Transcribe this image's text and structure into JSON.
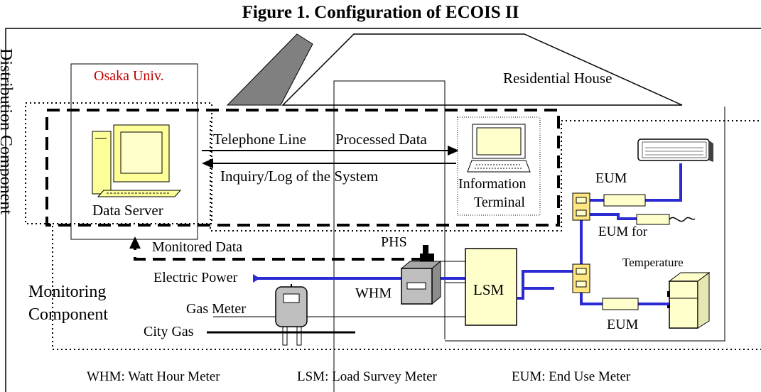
{
  "title": "Figure 1. Configuration of ECOIS II",
  "labels": {
    "distribution_component": "Distribution Component",
    "osaka_univ": "Osaka Univ.",
    "residential_house": "Residential House",
    "telephone_line": "Telephone Line",
    "processed_data": "Processed Data",
    "inquiry_log": "Inquiry/Log of the System",
    "information": "Information",
    "terminal": "Terminal",
    "data_server": "Data Server",
    "eum_top": "EUM",
    "eum_for": "EUM for",
    "temperature": "Temperature",
    "eum_bottom": "EUM",
    "phs": "PHS",
    "monitored_data": "Monitored Data",
    "electric_power": "Electric Power",
    "whm": "WHM",
    "lsm": "LSM",
    "monitoring": "Monitoring",
    "component": "Component",
    "gas_meter": "Gas Meter",
    "city_gas": "City Gas"
  },
  "legend": {
    "whm": "WHM: Watt Hour Meter",
    "lsm": "LSM: Load Survey Meter",
    "eum": "EUM: End Use Meter"
  },
  "colors": {
    "osaka_red": "#c00000",
    "power_line": "#2b2bd4",
    "meter_fill": "#ffffcc",
    "outlet_fill": "#ffe680",
    "roof_gray": "#808080",
    "screen_fill": "#ffffcc",
    "pc_fill": "#ffff99"
  }
}
